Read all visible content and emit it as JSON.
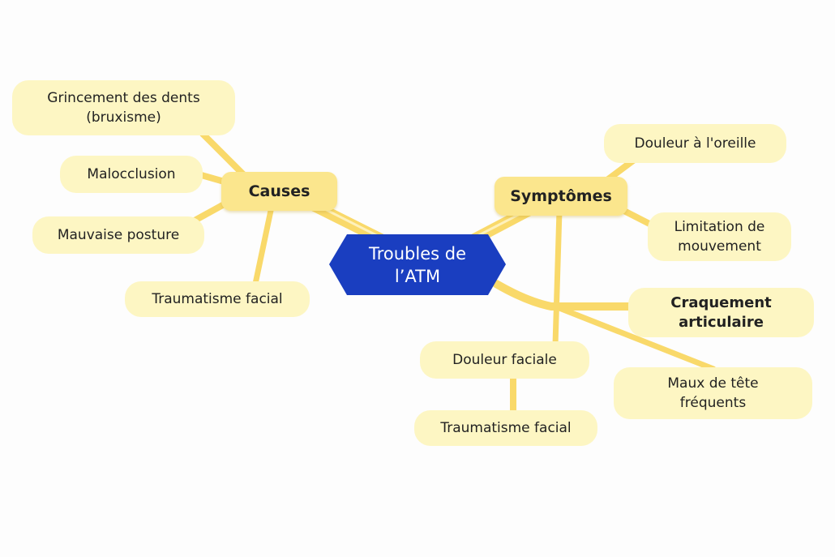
{
  "mindmap": {
    "root": {
      "label": "Troubles de l’ATM",
      "color": "#1a3ec0"
    },
    "branches": [
      {
        "label": "Causes",
        "children": [
          "Grincement des dents (bruxisme)",
          "Malocclusion",
          "Mauvaise posture",
          "Traumatisme facial"
        ]
      },
      {
        "label": "Symptômes",
        "children": [
          "Douleur à l'oreille",
          "Limitation de mouvement",
          "Craquement articulaire",
          "Maux de tête fréquents",
          "Douleur faciale"
        ]
      }
    ],
    "sub_children": {
      "Douleur faciale": [
        "Traumatisme facial"
      ]
    },
    "colors": {
      "branch_fill": "#fbe68d",
      "leaf_fill": "#fdf6c3",
      "connector": "#f9d96a"
    }
  }
}
